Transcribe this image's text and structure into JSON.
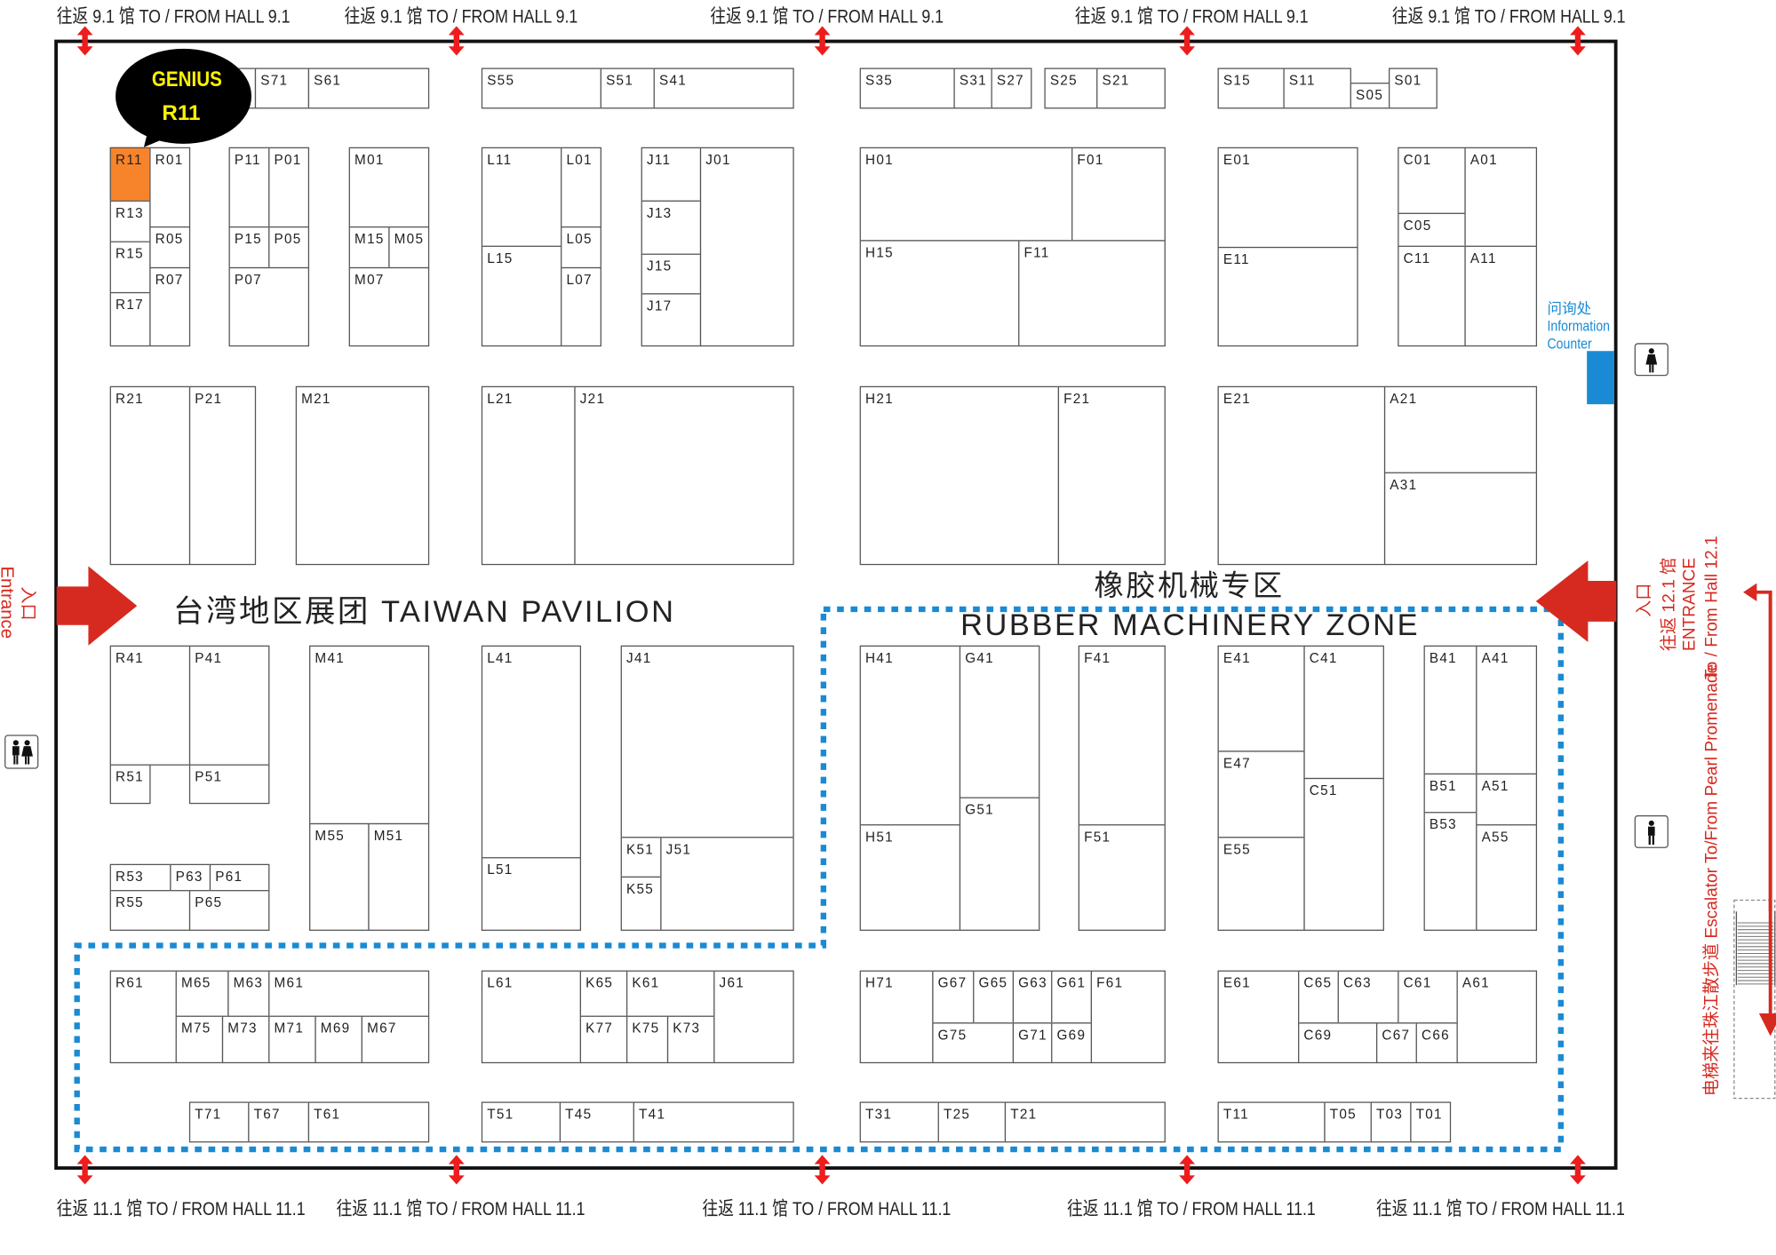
{
  "hall_links_top": {
    "label": "往返 9.1 馆 TO / FROM HALL 9.1",
    "count": 5
  },
  "hall_links_bottom": {
    "label": "往返 11.1 馆 TO / FROM HALL 11.1",
    "count": 5
  },
  "callout": {
    "line1": "GENIUS",
    "line2": "R11"
  },
  "taiwan_pavilion": "台湾地区展团 TAIWAN PAVILION",
  "rubber_zone": {
    "cn": "橡胶机械专区",
    "en": "RUBBER MACHINERY ZONE"
  },
  "left_entrance": {
    "cn": "入口",
    "en": "Entrance"
  },
  "right_entrance": {
    "cn": "入口",
    "line2": "往返 12.1 馆",
    "line3": "ENTRANCE",
    "line4": "To / From Hall 12.1"
  },
  "escalator": {
    "text": "电梯来往珠江散步道 Escalator To/From Pearl Promenade"
  },
  "info_counter": {
    "cn": "问询处",
    "en1": "Information",
    "en2": "Counter"
  },
  "colors": {
    "highlight": "#F7842A",
    "entrance_red": "#D62A20",
    "zone_blue": "#1A8AD4",
    "callout_text": "#FFF200"
  },
  "highlighted_booth": "R11",
  "booths": [
    {
      "label": ""
    },
    {
      "label": "S71"
    },
    {
      "label": "S61"
    },
    {
      "label": "S55"
    },
    {
      "label": "S51"
    },
    {
      "label": "S41"
    },
    {
      "label": "S35"
    },
    {
      "label": "S31"
    },
    {
      "label": "S27"
    },
    {
      "label": "S25"
    },
    {
      "label": "S21"
    },
    {
      "label": "S15"
    },
    {
      "label": "S11"
    },
    {
      "label": "S05"
    },
    {
      "label": "S01"
    },
    {
      "label": "R11"
    },
    {
      "label": "R13"
    },
    {
      "label": "R15"
    },
    {
      "label": "R17"
    },
    {
      "label": "R01"
    },
    {
      "label": "R05"
    },
    {
      "label": "R07"
    },
    {
      "label": "P11"
    },
    {
      "label": "P01"
    },
    {
      "label": "P15"
    },
    {
      "label": "P05"
    },
    {
      "label": "P07"
    },
    {
      "label": "M01"
    },
    {
      "label": "M15"
    },
    {
      "label": "M05"
    },
    {
      "label": "M07"
    },
    {
      "label": "L11"
    },
    {
      "label": "L15"
    },
    {
      "label": "L01"
    },
    {
      "label": "L05"
    },
    {
      "label": "L07"
    },
    {
      "label": "J11"
    },
    {
      "label": "J13"
    },
    {
      "label": "J15"
    },
    {
      "label": "J17"
    },
    {
      "label": "J01"
    },
    {
      "label": "H01"
    },
    {
      "label": "F01"
    },
    {
      "label": "H15"
    },
    {
      "label": "F11"
    },
    {
      "label": "E01"
    },
    {
      "label": "E11"
    },
    {
      "label": "C01"
    },
    {
      "label": "C05"
    },
    {
      "label": "C11"
    },
    {
      "label": "A01"
    },
    {
      "label": "A11"
    },
    {
      "label": "R21"
    },
    {
      "label": "P21"
    },
    {
      "label": "M21"
    },
    {
      "label": "L21"
    },
    {
      "label": "J21"
    },
    {
      "label": "H21"
    },
    {
      "label": "F21"
    },
    {
      "label": "E21"
    },
    {
      "label": "A21"
    },
    {
      "label": "A31"
    },
    {
      "label": "R41"
    },
    {
      "label": "P41"
    },
    {
      "label": "R51"
    },
    {
      "label": "P51"
    },
    {
      "label": "R53"
    },
    {
      "label": "P63"
    },
    {
      "label": "P61"
    },
    {
      "label": "R55"
    },
    {
      "label": "P65"
    },
    {
      "label": "M41"
    },
    {
      "label": "M55"
    },
    {
      "label": "M51"
    },
    {
      "label": "L41"
    },
    {
      "label": "L51"
    },
    {
      "label": "J41"
    },
    {
      "label": "K51"
    },
    {
      "label": "K55"
    },
    {
      "label": "J51"
    },
    {
      "label": "H41"
    },
    {
      "label": "H51"
    },
    {
      "label": "G41"
    },
    {
      "label": "G51"
    },
    {
      "label": "F41"
    },
    {
      "label": "F51"
    },
    {
      "label": "E41"
    },
    {
      "label": "E47"
    },
    {
      "label": "E55"
    },
    {
      "label": "C41"
    },
    {
      "label": "C51"
    },
    {
      "label": "B41"
    },
    {
      "label": "B51"
    },
    {
      "label": "B53"
    },
    {
      "label": "A41"
    },
    {
      "label": "A51"
    },
    {
      "label": "A55"
    },
    {
      "label": "R61"
    },
    {
      "label": "M65"
    },
    {
      "label": "M63"
    },
    {
      "label": "M61"
    },
    {
      "label": "M75"
    },
    {
      "label": "M73"
    },
    {
      "label": "M71"
    },
    {
      "label": "M69"
    },
    {
      "label": "M67"
    },
    {
      "label": "L61"
    },
    {
      "label": "K65"
    },
    {
      "label": "K61"
    },
    {
      "label": "K77"
    },
    {
      "label": "K75"
    },
    {
      "label": "K73"
    },
    {
      "label": "J61"
    },
    {
      "label": "H71"
    },
    {
      "label": "G67"
    },
    {
      "label": "G65"
    },
    {
      "label": "G63"
    },
    {
      "label": "G61"
    },
    {
      "label": "F61"
    },
    {
      "label": "G75"
    },
    {
      "label": "G71"
    },
    {
      "label": "G69"
    },
    {
      "label": "E61"
    },
    {
      "label": "C65"
    },
    {
      "label": "C63"
    },
    {
      "label": "C61"
    },
    {
      "label": "C69"
    },
    {
      "label": "C67"
    },
    {
      "label": "C66"
    },
    {
      "label": "A61"
    },
    {
      "label": "T71"
    },
    {
      "label": "T67"
    },
    {
      "label": "T61"
    },
    {
      "label": "T51"
    },
    {
      "label": "T45"
    },
    {
      "label": "T41"
    },
    {
      "label": "T31"
    },
    {
      "label": "T25"
    },
    {
      "label": "T21"
    },
    {
      "label": "T11"
    },
    {
      "label": "T05"
    },
    {
      "label": "T03"
    },
    {
      "label": "T01"
    }
  ]
}
